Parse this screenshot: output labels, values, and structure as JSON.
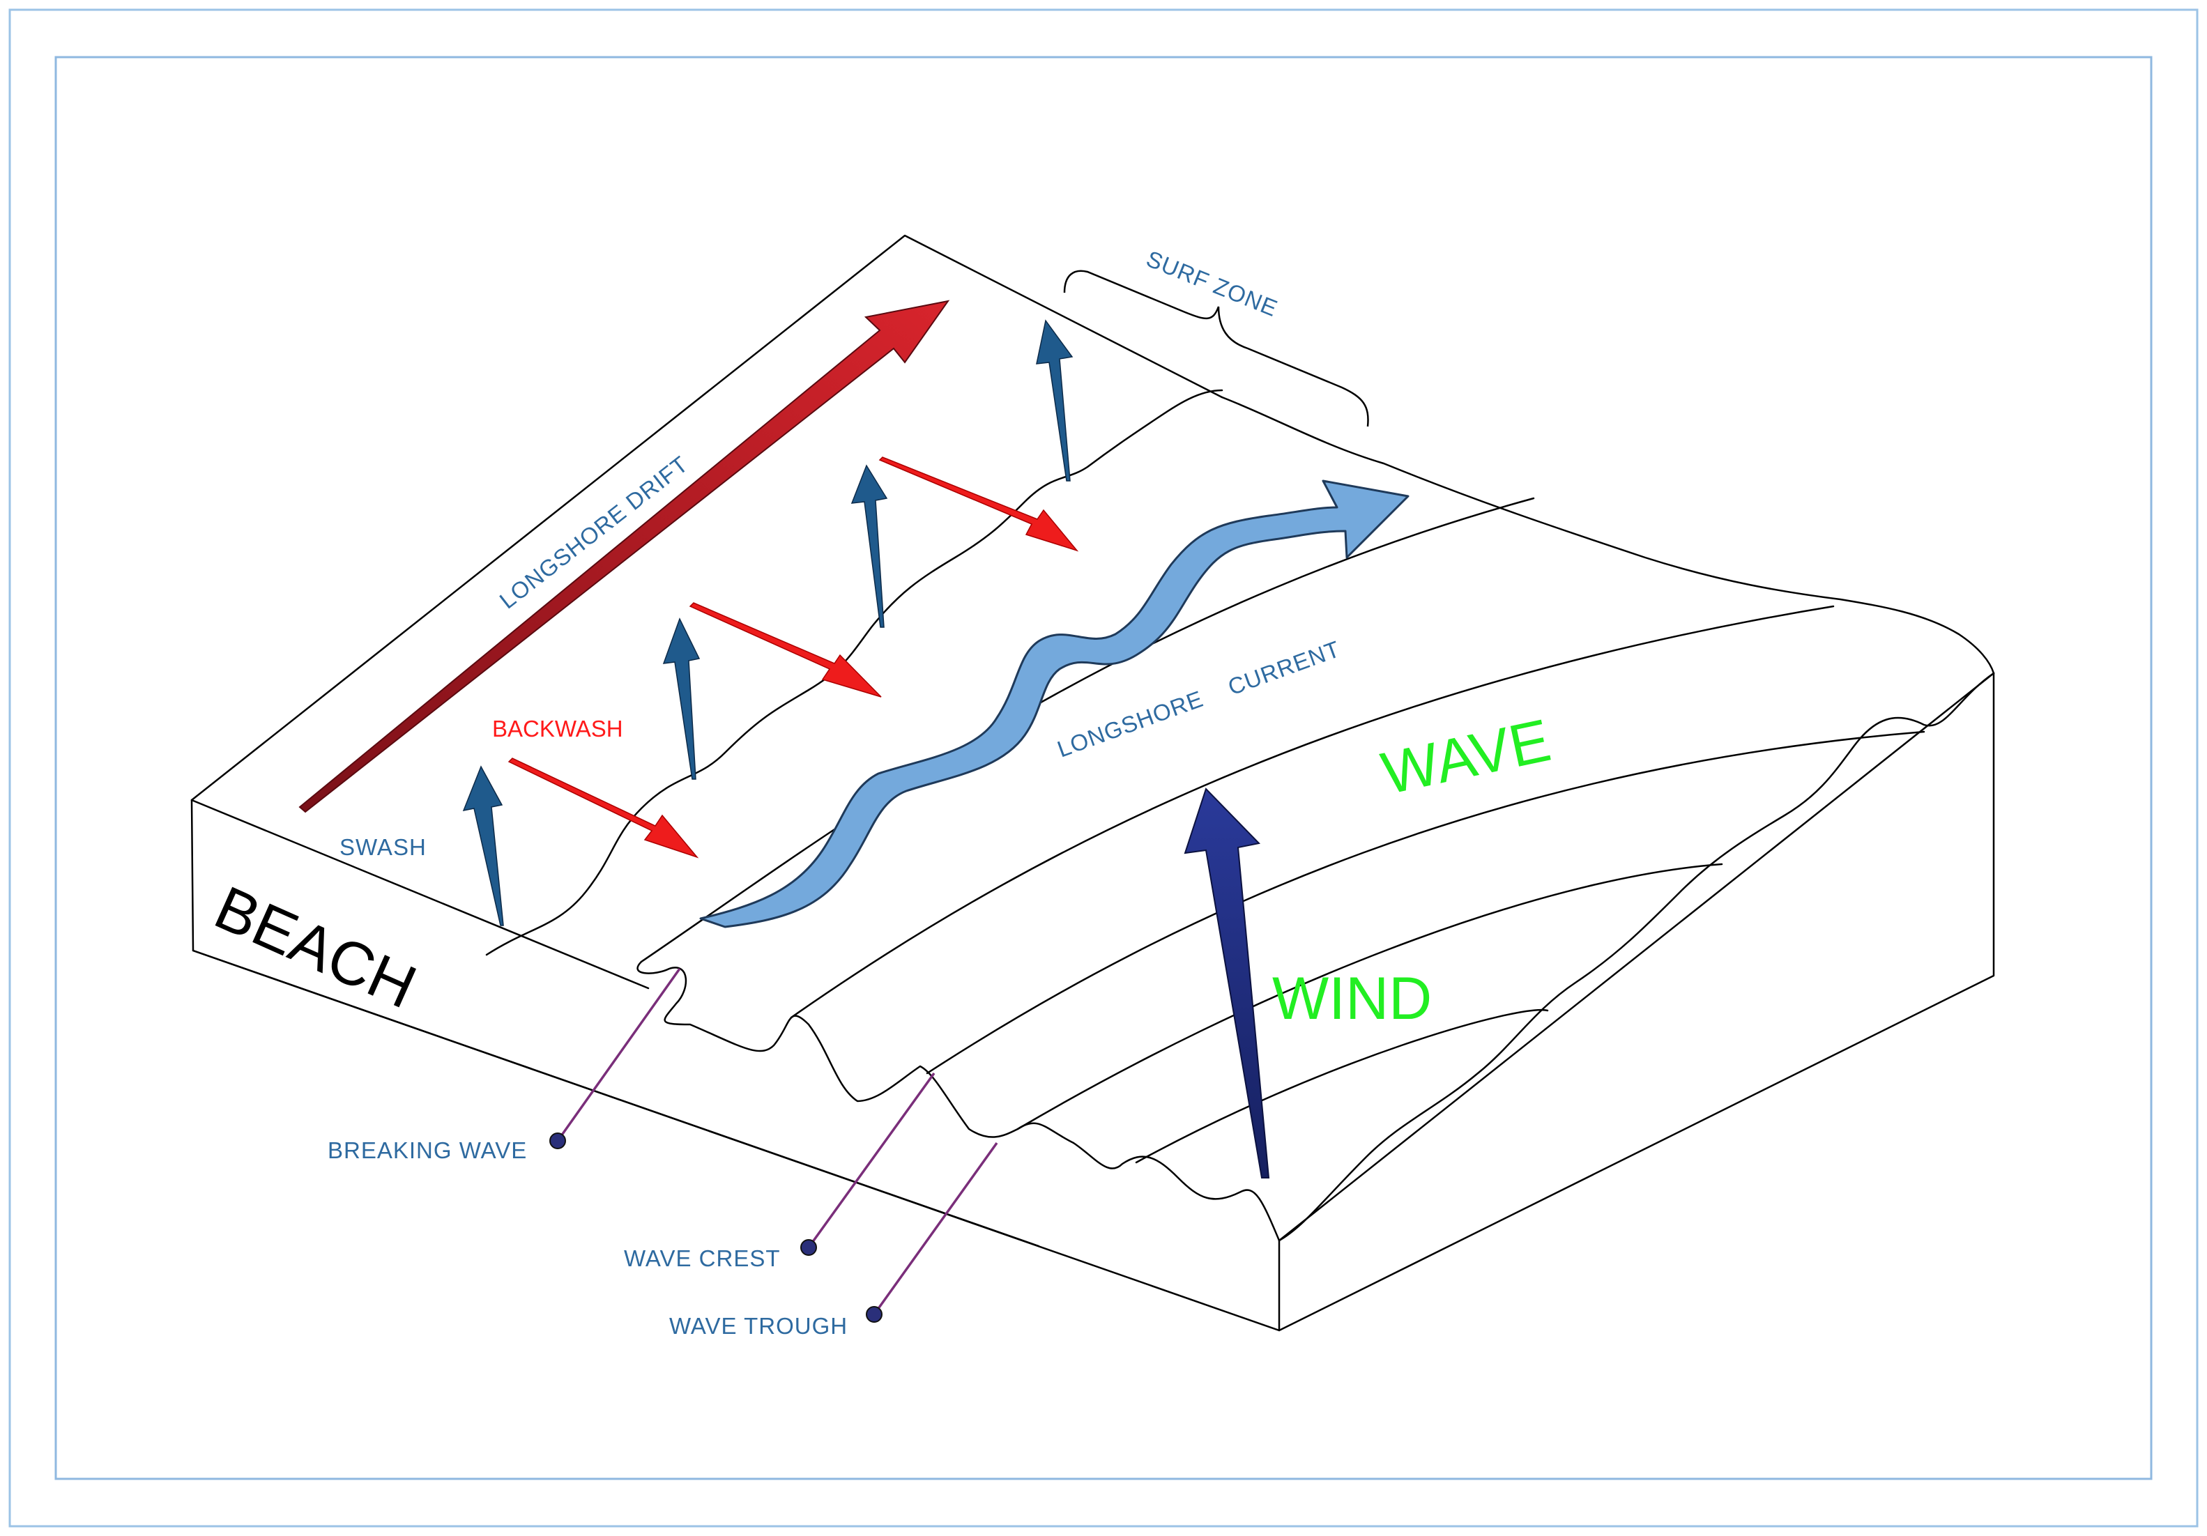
{
  "labels": {
    "surf_zone": "SURF ZONE",
    "longshore_drift": "LONGSHORE DRIFT",
    "backwash": "BACKWASH",
    "swash": "SWASH",
    "beach": "BEACH",
    "longshore_current": "LONGSHORE    CURRENT",
    "wave": "WAVE",
    "wind": "WIND",
    "breaking_wave": "BREAKING WAVE",
    "wave_crest": "WAVE CREST",
    "wave_trough": "WAVE TROUGH"
  },
  "colors": {
    "label_blue": "#2e6aa0",
    "label_green": "#22ee22",
    "label_red": "#ff1a1a",
    "drift_arrow": "#c0202a",
    "backwash_arrow": "#ee1c1c",
    "swash_arrow": "#1f5a8c",
    "current_arrow": "#74a9dc",
    "wind_arrow": "#1e2a7a",
    "frame_border": "#8fb8e0"
  }
}
